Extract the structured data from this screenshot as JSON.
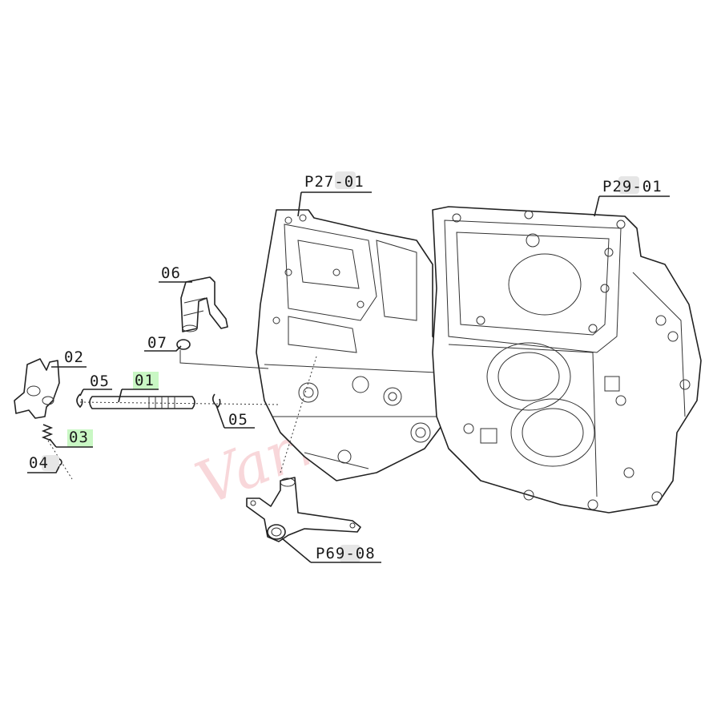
{
  "labels": {
    "p27_01": "P27-01",
    "p29_01": "P29-01",
    "p69_08": "P69-08",
    "l06": "06",
    "l07": "07",
    "l02": "02",
    "l05a": "05",
    "l01": "01",
    "l05b": "05",
    "l03": "03",
    "l04": "04"
  },
  "watermark": "Varn",
  "colors": {
    "highlight": "#c9f7c4",
    "label_shadow": "#d9d9d9",
    "watermark": "#f3b8bd"
  }
}
